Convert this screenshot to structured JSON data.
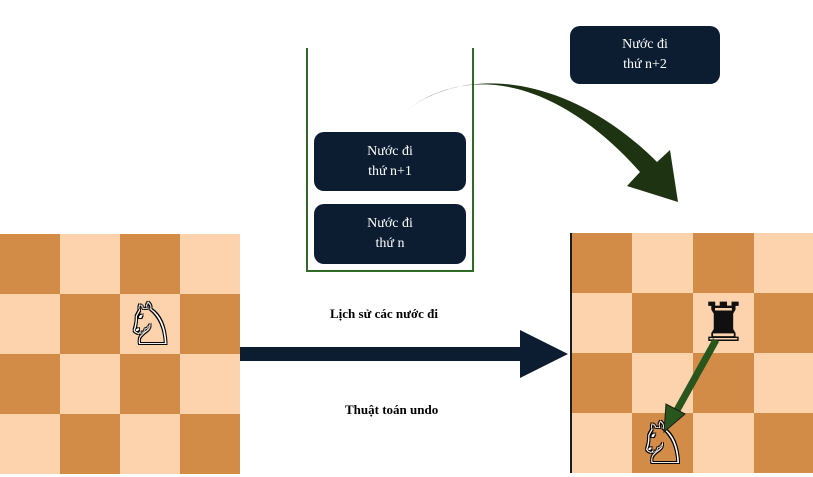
{
  "stack": {
    "cards": [
      {
        "line1": "Nước đi",
        "line2": "thứ n+1"
      },
      {
        "line1": "Nước đi",
        "line2": "thứ n"
      }
    ]
  },
  "popped_card": {
    "line1": "Nước đi",
    "line2": "thứ n+2"
  },
  "labels": {
    "history": "Lịch sử các nước đi",
    "algorithm": "Thuật toán undo"
  },
  "pieces": {
    "white_knight": "♘",
    "black_rook": "♜"
  },
  "colors": {
    "dark_square": "#d28c48",
    "light_square": "#fcd3ad",
    "card_bg": "#0c1d31",
    "stack_outline": "#2e6b24",
    "curved_arrow": "#1e3312",
    "main_arrow": "#0c1d31",
    "move_arrow": "#28561c"
  }
}
